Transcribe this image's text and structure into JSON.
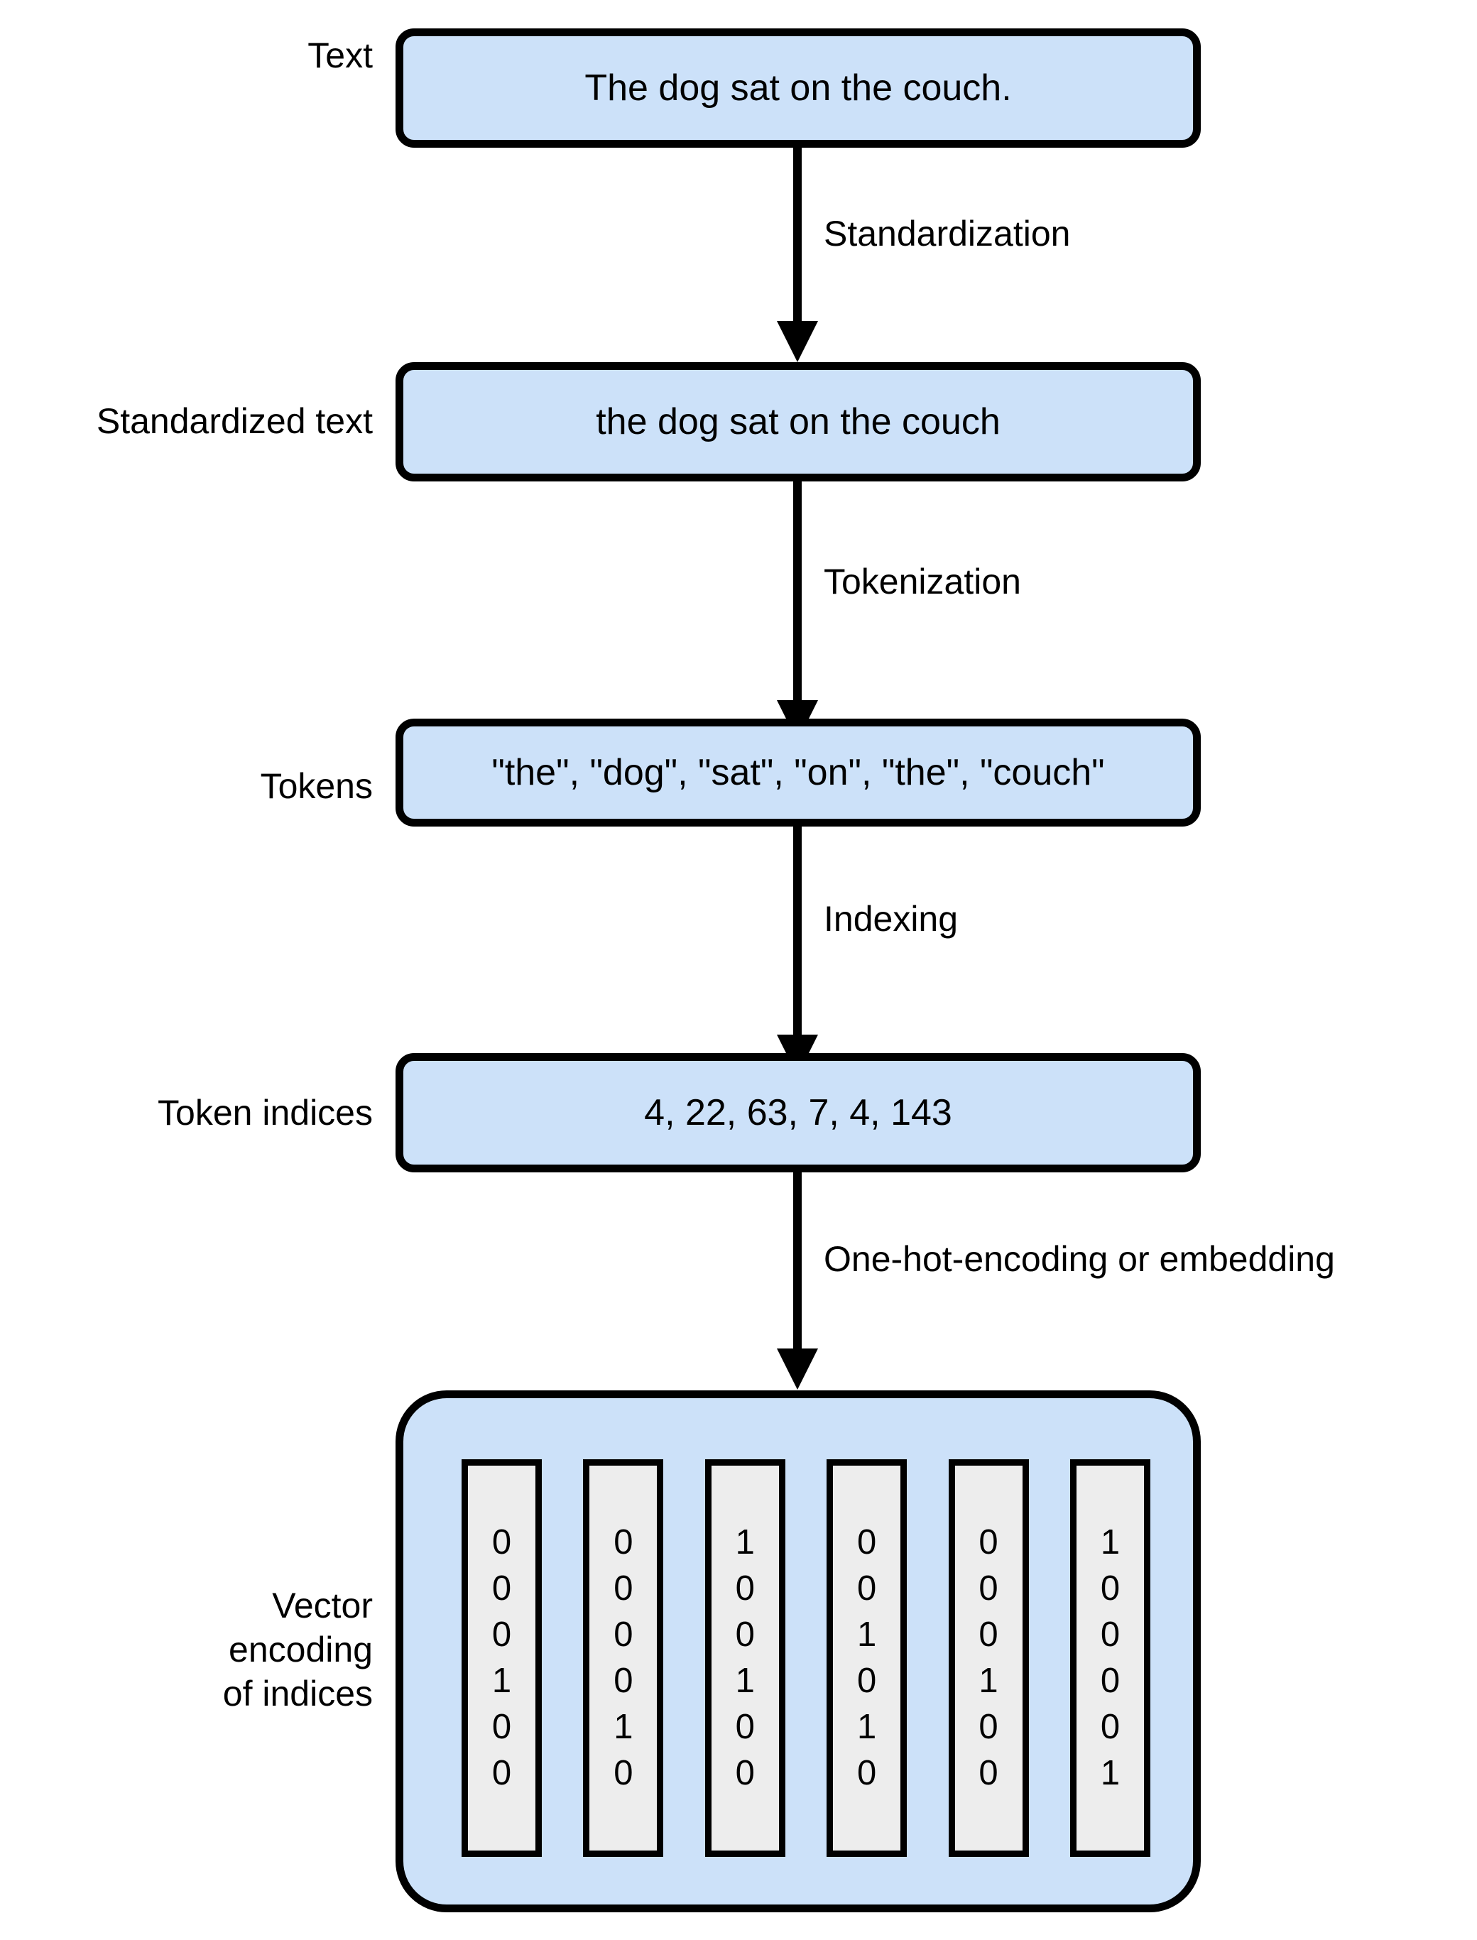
{
  "diagram": {
    "title": "Text vectorization pipeline",
    "accent_fill": "#cce1f9",
    "stroke_color": "#000000",
    "vector_cell_fill": "#ededed",
    "background": "#ffffff"
  },
  "nodes": [
    {
      "id": "text",
      "label": "Text",
      "content": "The dog sat on the couch."
    },
    {
      "id": "standardized-text",
      "label": "Standardized text",
      "content": "the dog sat on the couch"
    },
    {
      "id": "tokens",
      "label": "Tokens",
      "content": "\"the\", \"dog\", \"sat\", \"on\", \"the\", \"couch\""
    },
    {
      "id": "token-indices",
      "label": "Token indices",
      "content": "4, 22, 63, 7, 4, 143"
    },
    {
      "id": "vector-encoding",
      "label": "Vector\nencoding\nof indices",
      "content": ""
    }
  ],
  "edges": [
    {
      "id": "edge-standardization",
      "label": "Standardization"
    },
    {
      "id": "edge-tokenization",
      "label": "Tokenization"
    },
    {
      "id": "edge-indexing",
      "label": "Indexing"
    },
    {
      "id": "edge-one-hot",
      "label": "One-hot-encoding or embedding"
    }
  ],
  "vectors": {
    "columns": [
      {
        "token": "the",
        "index": 4,
        "bits": [
          "0",
          "0",
          "0",
          "1",
          "0",
          "0"
        ]
      },
      {
        "token": "dog",
        "index": 22,
        "bits": [
          "0",
          "0",
          "0",
          "0",
          "1",
          "0"
        ]
      },
      {
        "token": "sat",
        "index": 63,
        "bits": [
          "1",
          "0",
          "0",
          "1",
          "0",
          "0"
        ]
      },
      {
        "token": "on",
        "index": 7,
        "bits": [
          "0",
          "0",
          "1",
          "0",
          "1",
          "0"
        ]
      },
      {
        "token": "the",
        "index": 4,
        "bits": [
          "0",
          "0",
          "0",
          "1",
          "0",
          "0"
        ]
      },
      {
        "token": "couch",
        "index": 143,
        "bits": [
          "1",
          "0",
          "0",
          "0",
          "0",
          "1"
        ]
      }
    ]
  }
}
